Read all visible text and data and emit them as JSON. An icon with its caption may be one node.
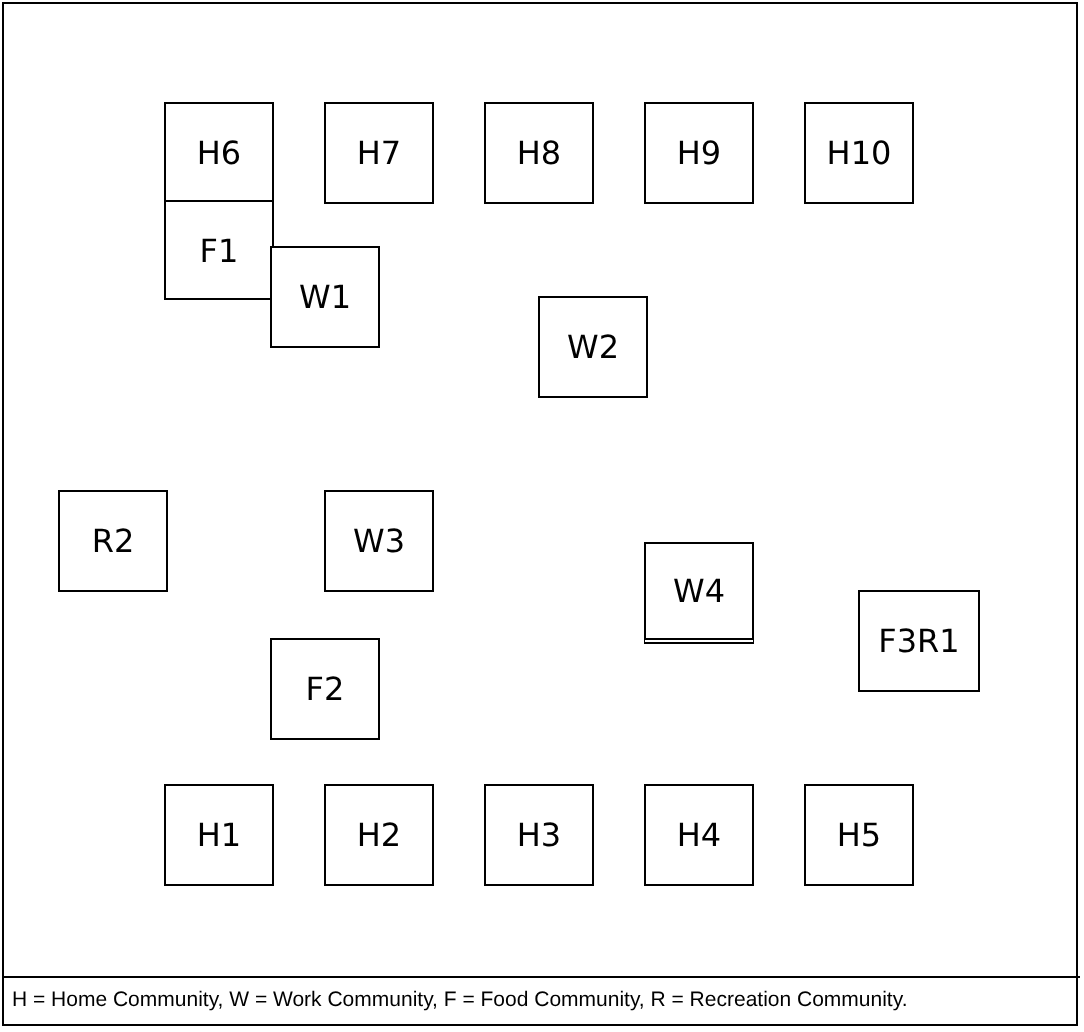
{
  "diagram": {
    "caption": "H = Home Community, W = Work Community, F = Food Community, R = Recreation Community.",
    "nodes": [
      {
        "text": [
          "H6"
        ]
      },
      {
        "text": [
          "H7"
        ]
      },
      {
        "text": [
          "H8"
        ]
      },
      {
        "text": [
          "H9"
        ]
      },
      {
        "text": [
          "H10"
        ]
      },
      {
        "text": [
          "F1"
        ]
      },
      {
        "text": [
          "W1"
        ]
      },
      {
        "text": [
          "W2"
        ]
      },
      {
        "text": [
          "R2"
        ]
      },
      {
        "text": [
          "W3"
        ]
      },
      {
        "text": [
          "W4"
        ]
      },
      {
        "text": [
          "F3R1"
        ]
      },
      {
        "text": [
          "F2"
        ]
      },
      {
        "text": [
          "H1"
        ]
      },
      {
        "text": [
          "H2"
        ]
      },
      {
        "text": [
          "H3"
        ]
      },
      {
        "text": [
          "H4"
        ]
      },
      {
        "text": [
          "H5"
        ]
      }
    ]
  }
}
